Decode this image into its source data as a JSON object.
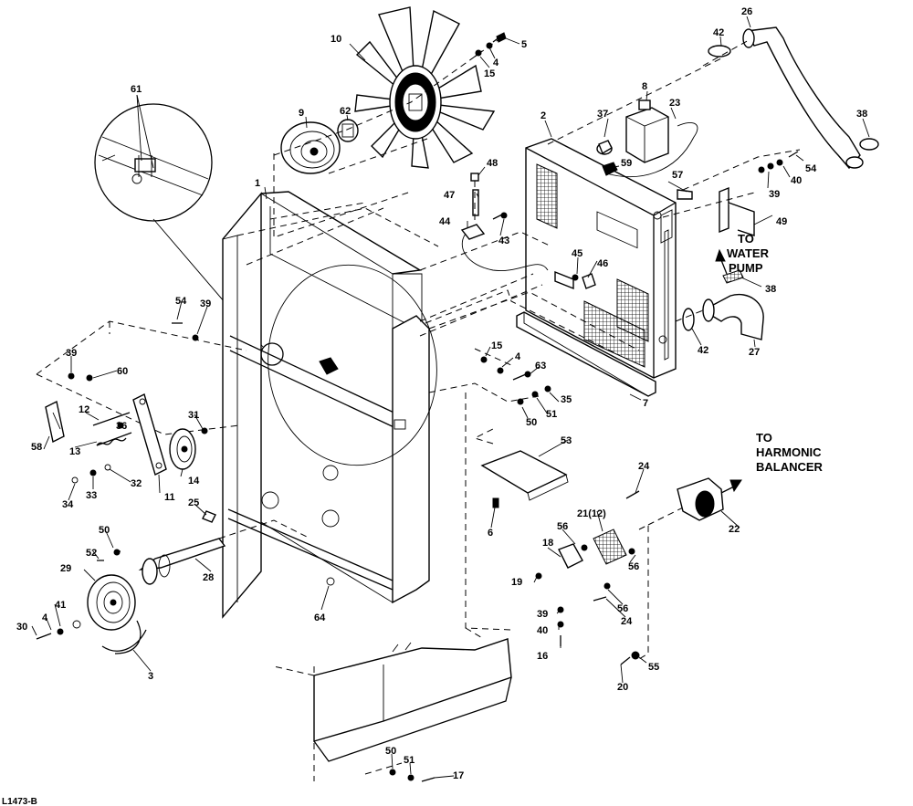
{
  "figure_id": "L1473-B",
  "callouts": {
    "c61": "61",
    "c1": "1",
    "c9": "9",
    "c62": "62",
    "c10": "10",
    "c5": "5",
    "c4a": "4",
    "c15a": "15",
    "c42a": "42",
    "c26": "26",
    "c8": "8",
    "c23": "23",
    "c2": "2",
    "c38a": "38",
    "c37": "37",
    "c48": "48",
    "c59": "59",
    "c57": "57",
    "c54a": "54",
    "c40a": "40",
    "c39a": "39",
    "c47": "47",
    "c44": "44",
    "c43": "43",
    "c49": "49",
    "c45": "45",
    "c46": "46",
    "c38b": "38",
    "c54b": "54",
    "c39b": "39",
    "c42b": "42",
    "c27": "27",
    "c15b": "15",
    "c4b": "4",
    "c63": "63",
    "c7": "7",
    "c35": "35",
    "c51a": "51",
    "c50a": "50",
    "c39c": "39",
    "c60": "60",
    "c12": "12",
    "c36": "36",
    "c31": "31",
    "c58": "58",
    "c13": "13",
    "c14": "14",
    "c32": "32",
    "c34": "34",
    "c33": "33",
    "c11": "11",
    "c25": "25",
    "c53": "53",
    "c6": "6",
    "c24a": "24",
    "c21": "21(12)",
    "c22": "22",
    "c52": "52",
    "c50b": "50",
    "c28": "28",
    "c29": "29",
    "c41": "41",
    "c4c": "4",
    "c30": "30",
    "c3": "3",
    "c64": "64",
    "c18": "18",
    "c56a": "56",
    "c56b": "56",
    "c19": "19",
    "c56c": "56",
    "c39d": "39",
    "c40b": "40",
    "c16": "16",
    "c24b": "24",
    "c20": "20",
    "c55": "55",
    "c50c": "50",
    "c51b": "51",
    "c17": "17"
  },
  "notes": {
    "water_pump": [
      "TO",
      "WATER",
      "PUMP"
    ],
    "harmonic_balancer": [
      "TO",
      "HARMONIC",
      "BALANCER"
    ]
  }
}
